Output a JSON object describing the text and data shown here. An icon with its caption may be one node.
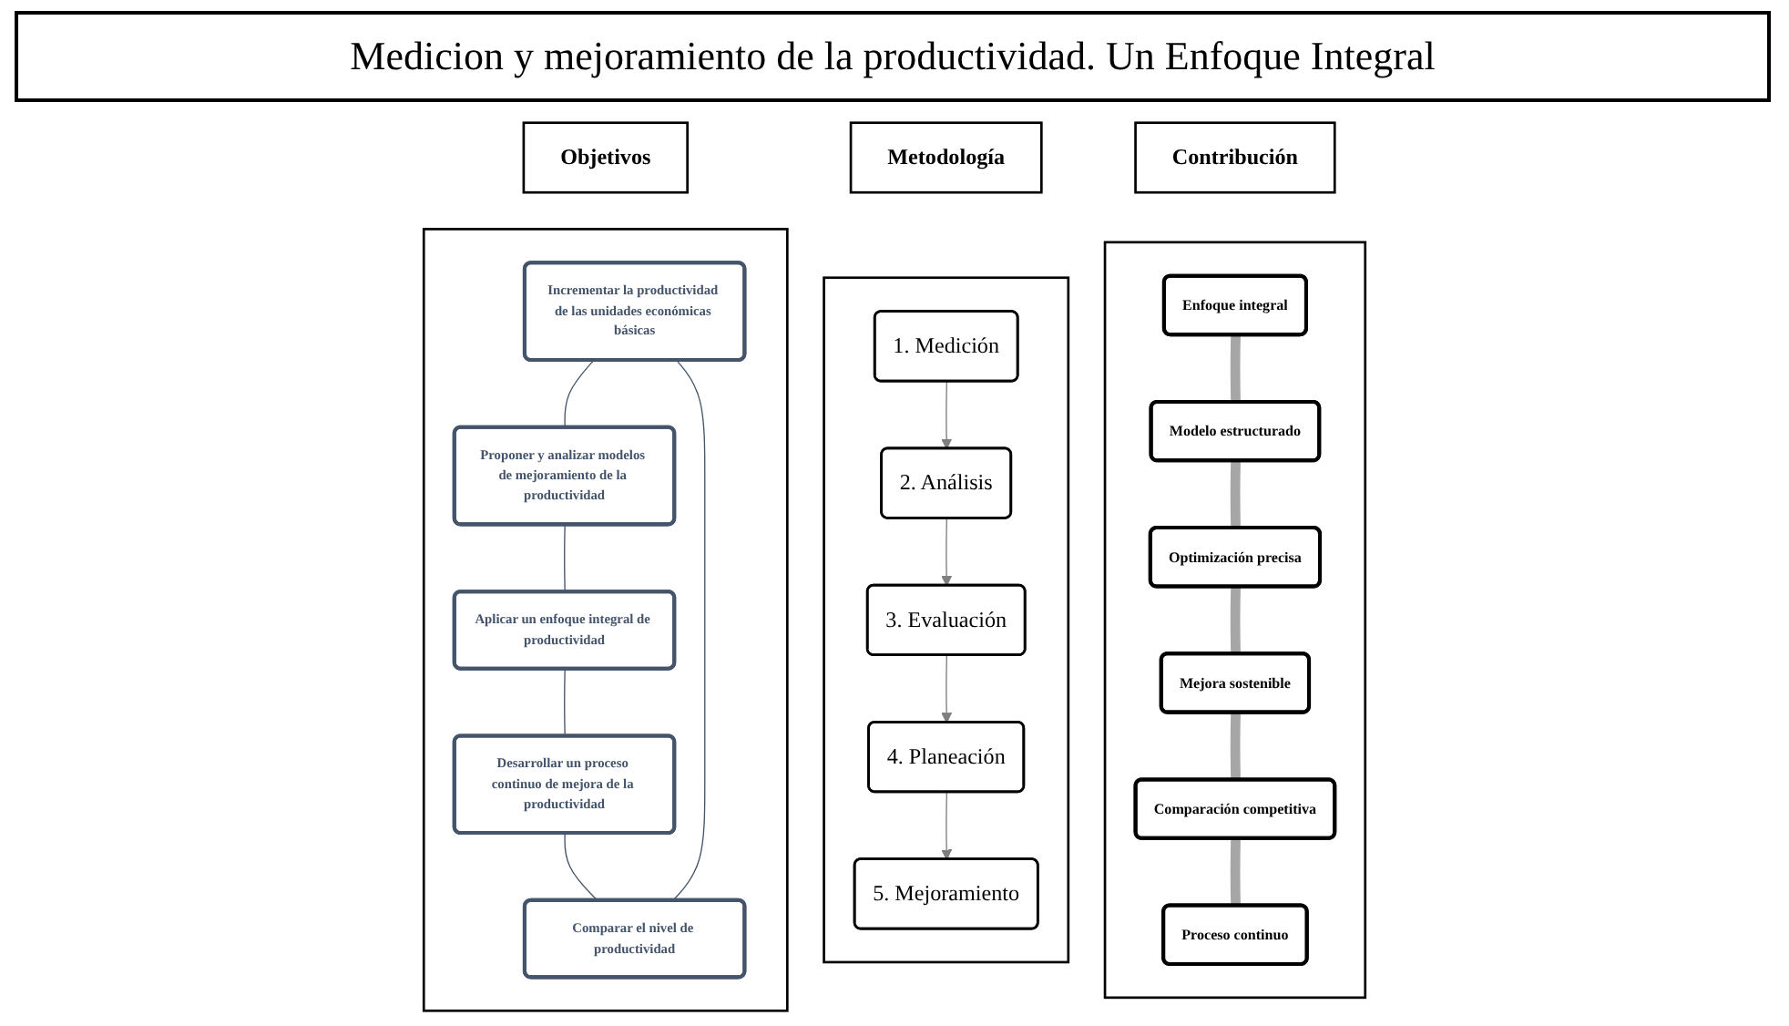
{
  "diagram": {
    "title": "Medicion y mejoramiento de la productividad. Un Enfoque Integral",
    "nodes": [
      {
        "text": [
          "Objetivos"
        ]
      },
      {
        "text": [
          "Metodología"
        ]
      },
      {
        "text": [
          "Contribución"
        ]
      },
      {
        "text": [],
        "shape": "box"
      },
      {
        "text": [
          "Incrementar la productividad de las unidades económicas básicas"
        ],
        "in": 3
      },
      {
        "text": [
          "Proponer y analizar modelos de mejoramiento de la productividad"
        ],
        "in": 3
      },
      {
        "text": [
          "Aplicar un enfoque integral de productividad"
        ],
        "in": 3
      },
      {
        "text": [
          "Desarrollar un proceso continuo de mejora de la productividad"
        ],
        "in": 3
      },
      {
        "text": [
          "Comparar el nivel de productividad"
        ],
        "in": 3
      },
      {
        "text": [],
        "shape": "box"
      },
      {
        "text": [
          "1. Medición"
        ],
        "in": 9
      },
      {
        "text": [
          "2. Análisis"
        ],
        "in": 9
      },
      {
        "text": [
          "3. Evaluación"
        ],
        "in": 9
      },
      {
        "text": [
          "4. Planeación"
        ],
        "in": 9
      },
      {
        "text": [
          "5. Mejoramiento"
        ],
        "in": 9
      },
      {
        "text": [],
        "shape": "box"
      },
      {
        "text": [
          "Enfoque integral"
        ],
        "in": 15
      },
      {
        "text": [
          "Proceso continuo"
        ],
        "in": 15
      },
      {
        "text": [
          "Modelo estructurado"
        ],
        "in": 15
      },
      {
        "text": [
          "Comparación competitiva"
        ],
        "in": 15
      },
      {
        "text": [
          "Optimización precisa"
        ],
        "in": 15
      },
      {
        "text": [
          "Mejora sostenible"
        ],
        "in": 15
      }
    ],
    "edges": [
      {
        "from": 4,
        "to": 5,
        "arrow": "none",
        "color": "#44546a"
      },
      {
        "from": 5,
        "to": 6,
        "arrow": "none",
        "color": "#44546a"
      },
      {
        "from": 6,
        "to": 7,
        "arrow": "none",
        "color": "#44546a"
      },
      {
        "from": 7,
        "to": 8,
        "arrow": "none",
        "color": "#44546a"
      },
      {
        "from": 8,
        "to": 4,
        "arrow": "none",
        "color": "#44546a"
      },
      {
        "from": 10,
        "to": 11,
        "arrow": "to",
        "color": "#7f7f7f"
      },
      {
        "from": 11,
        "to": 12,
        "arrow": "to",
        "color": "#7f7f7f"
      },
      {
        "from": 12,
        "to": 13,
        "arrow": "to",
        "color": "#7f7f7f"
      },
      {
        "from": 13,
        "to": 14,
        "arrow": "to",
        "color": "#7f7f7f"
      },
      {
        "from": 16,
        "to": 18,
        "arrow": "none",
        "style": "thick",
        "color": "#a6a6a6"
      },
      {
        "from": 18,
        "to": 20,
        "arrow": "none",
        "style": "thick",
        "color": "#a6a6a6"
      },
      {
        "from": 20,
        "to": 21,
        "arrow": "none",
        "style": "thick",
        "color": "#a6a6a6"
      },
      {
        "from": 21,
        "to": 19,
        "arrow": "none",
        "style": "thick",
        "color": "#a6a6a6"
      },
      {
        "from": 19,
        "to": 17,
        "arrow": "none",
        "style": "thick",
        "color": "#a6a6a6"
      }
    ]
  }
}
